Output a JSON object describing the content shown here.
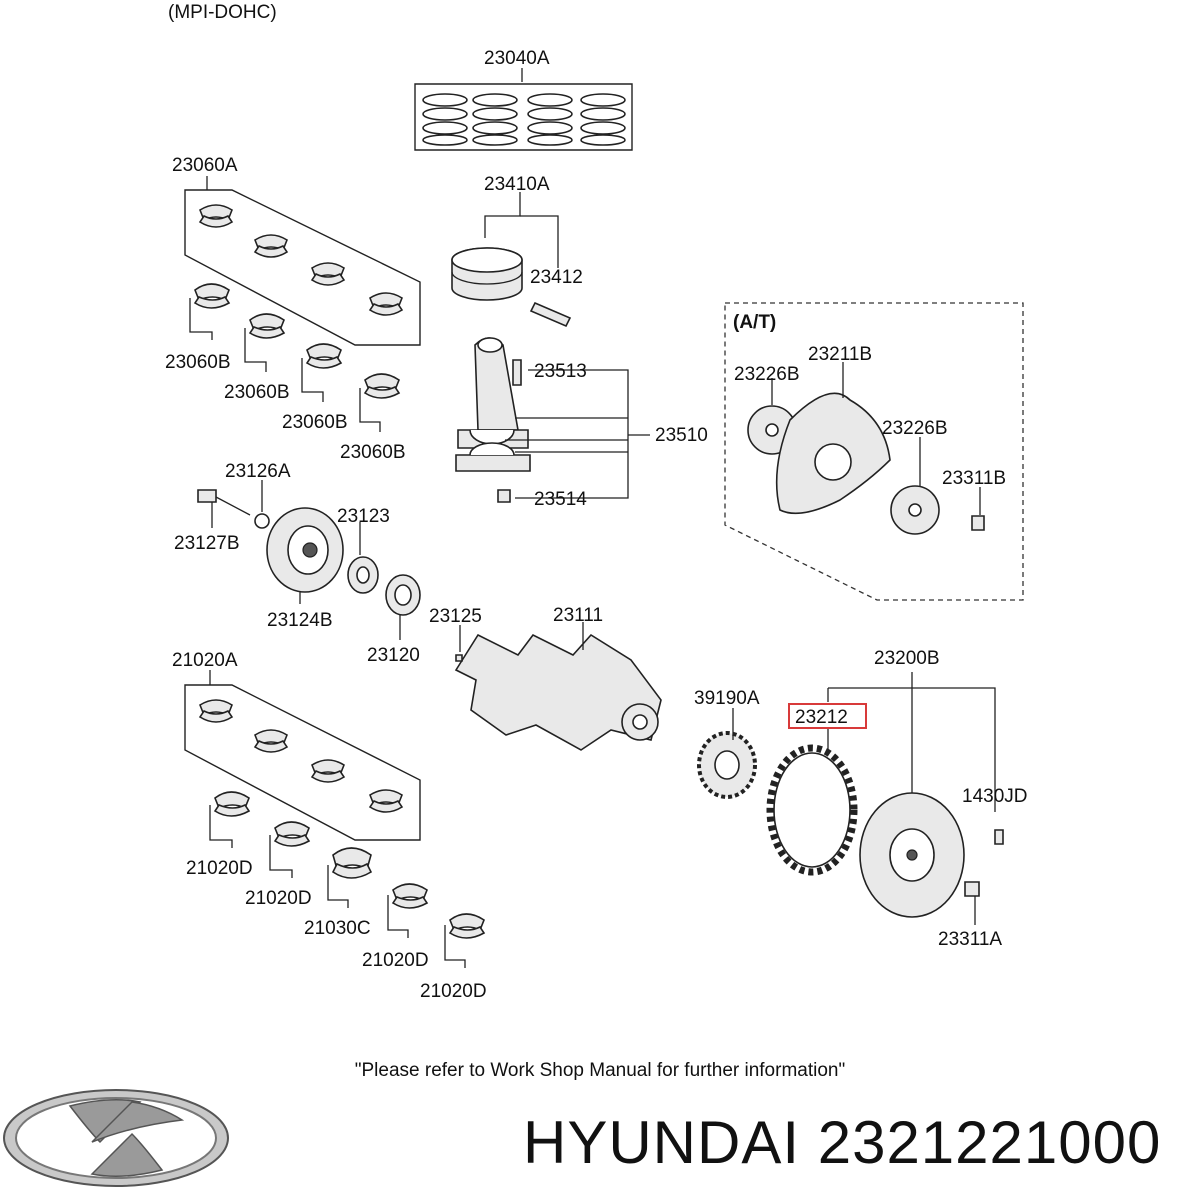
{
  "header": {
    "engine": "(MPI-DOHC)",
    "at_group": "(A/T)"
  },
  "parts": {
    "p23040A": "23040A",
    "p23060A": "23060A",
    "p23410A": "23410A",
    "p23412": "23412",
    "p23060B_1": "23060B",
    "p23060B_2": "23060B",
    "p23060B_3": "23060B",
    "p23060B_4": "23060B",
    "p23513": "23513",
    "p23510": "23510",
    "p23514": "23514",
    "p23211B": "23211B",
    "p23226B_1": "23226B",
    "p23226B_2": "23226B",
    "p23311B": "23311B",
    "p23126A": "23126A",
    "p23127B": "23127B",
    "p23123": "23123",
    "p23124B": "23124B",
    "p23120": "23120",
    "p23125": "23125",
    "p23111": "23111",
    "p21020A": "21020A",
    "p23200B": "23200B",
    "p39190A": "39190A",
    "p23212": "23212",
    "p1430JD": "1430JD",
    "p21020D_1": "21020D",
    "p21020D_2": "21020D",
    "p21030C": "21030C",
    "p21020D_3": "21020D",
    "p21020D_4": "21020D",
    "p23311A": "23311A"
  },
  "highlighted_part": "23212",
  "footer": {
    "note": "\"Please refer to Work Shop Manual for further information\"",
    "brand_line": "HYUNDAI 2321221000"
  },
  "colors": {
    "highlight": "#d83a3a",
    "line": "#222222"
  },
  "icons": {
    "logo": "hyundai-logo-icon"
  }
}
